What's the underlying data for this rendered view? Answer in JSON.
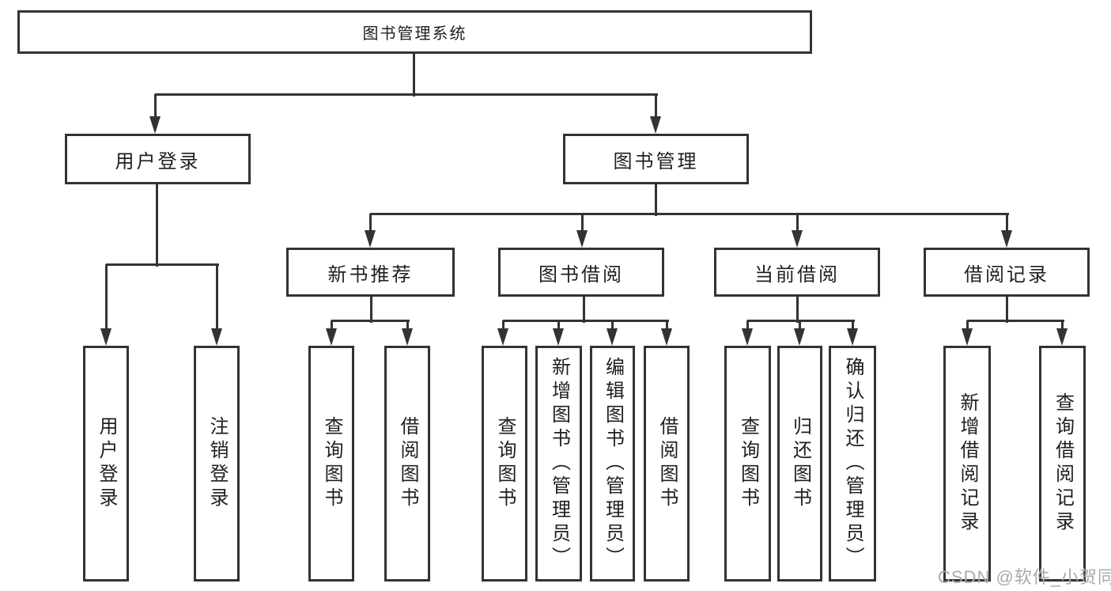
{
  "diagram": {
    "root": {
      "label": "图书管理系统"
    },
    "level2": [
      {
        "label": "用户登录"
      },
      {
        "label": "图书管理"
      }
    ],
    "level3": [
      {
        "label": "新书推荐"
      },
      {
        "label": "图书借阅"
      },
      {
        "label": "当前借阅"
      },
      {
        "label": "借阅记录"
      }
    ],
    "leaves": {
      "user_login": [
        "用户登录",
        "注销登录"
      ],
      "new_book": [
        "查询图书",
        "借阅图书"
      ],
      "book_borrow": [
        "查询图书",
        "新增图书（管理员）",
        "编辑图书（管理员）",
        "借阅图书"
      ],
      "current_borrow": [
        "查询图书",
        "归还图书",
        "确认归还（管理员）"
      ],
      "borrow_records": [
        "新增借阅记录",
        "查询借阅记录"
      ]
    },
    "watermark": "CSDN @软件_小贺同学",
    "colors": {
      "line": "#333333",
      "text": "#1f1f1f",
      "watermark": "#a8aab0",
      "background": "#ffffff"
    }
  }
}
